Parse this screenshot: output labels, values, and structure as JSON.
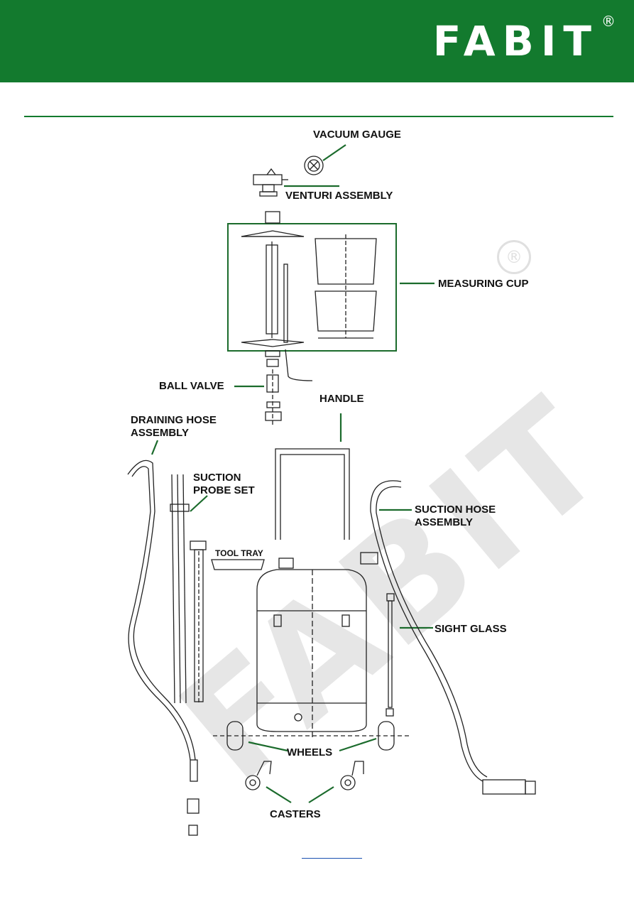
{
  "header": {
    "brand": "FABIT",
    "reg_mark": "®"
  },
  "watermark": {
    "text": "FABIT",
    "reg_mark": "®"
  },
  "colors": {
    "brand_green": "#137a2e",
    "line_green": "#1b6b2c"
  },
  "labels": {
    "vacuum_gauge": "VACUUM GAUGE",
    "venturi_assembly": "VENTURI ASSEMBLY",
    "measuring_cup": "MEASURING CUP",
    "ball_valve": "BALL VALVE",
    "handle": "HANDLE",
    "draining_hose": "DRAINING HOSE\nASSEMBLY",
    "suction_probe": "SUCTION\nPROBE SET",
    "suction_hose": "SUCTION HOSE\nASSEMBLY",
    "tool_tray": "TOOL TRAY",
    "sight_glass": "SIGHT GLASS",
    "wheels": "WHEELS",
    "casters": "CASTERS"
  }
}
